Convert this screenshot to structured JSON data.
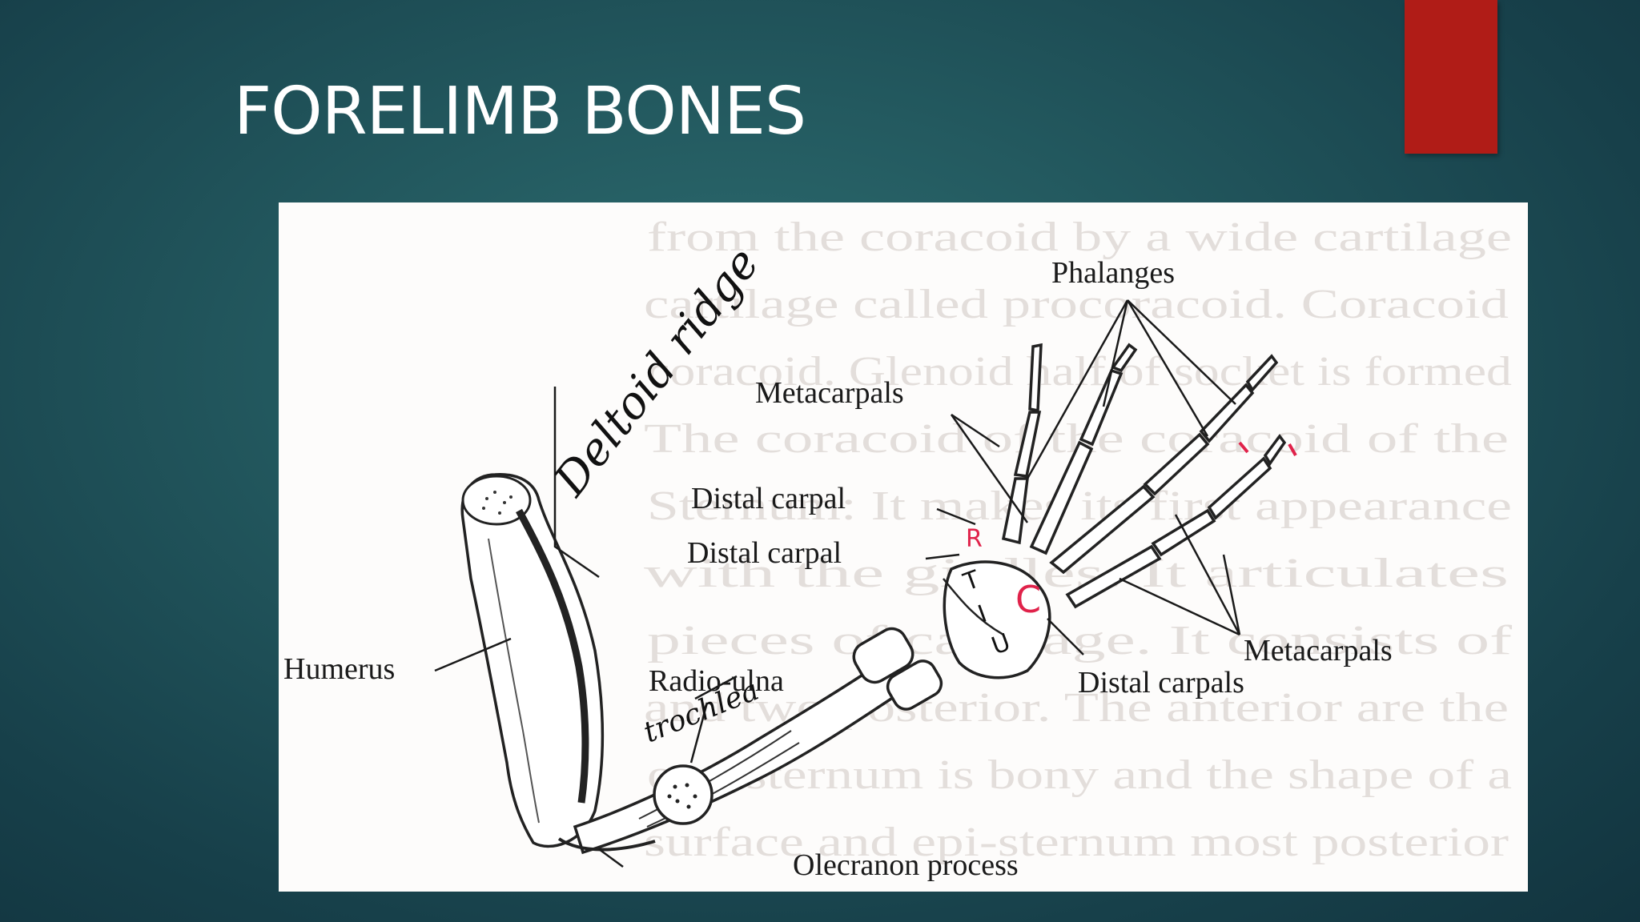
{
  "slide": {
    "title": "FORELIMB BONES",
    "accent_color": "#b01c17"
  },
  "figure": {
    "labels": {
      "phalanges": "Phalanges",
      "metacarpals_top": "Metacarpals",
      "distal_carpal_1": "Distal carpal",
      "distal_carpal_2": "Distal carpal",
      "humerus": "Humerus",
      "radio_ulna": "Radio-ulna",
      "metacarpals_right": "Metacarpals",
      "distal_carpals": "Distal carpals",
      "olecranon_process": "Olecranon process"
    },
    "handwritten": {
      "deltoid_ridge": "Deltoid ridge",
      "trochlea": "trochlea"
    },
    "carpal_letters": [
      "T",
      "I",
      "U",
      "R",
      "C"
    ],
    "background_text_lines": [
      "from the coracoid by a wide cartilage",
      "cartilage called procoracoid. Coracoid",
      "coracoid. Glenoid half of socket is formed",
      "The coracoid of the coracoid of the",
      "Sternum: It makes its first appearance",
      "with the girdles. It articulates",
      "pieces of cartilage. It consists of",
      "and two posterior. The anterior are the",
      "omosternum is bony and the shape of a",
      "surface and epi-sternum most posterior"
    ]
  }
}
